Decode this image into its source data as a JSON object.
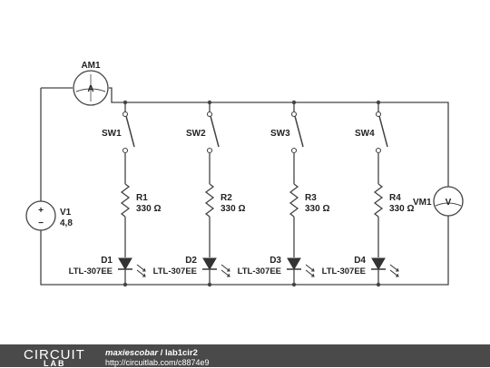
{
  "circuit": {
    "ammeter": {
      "label": "AM1",
      "symbol": "A"
    },
    "voltmeter": {
      "label": "VM1",
      "symbol": "V"
    },
    "source": {
      "label": "V1",
      "value": "4,8"
    },
    "branches": [
      {
        "switch": "SW1",
        "resistor": "R1",
        "resistance": "330 Ω",
        "diode": "D1",
        "diode_part": "LTL-307EE"
      },
      {
        "switch": "SW2",
        "resistor": "R2",
        "resistance": "330 Ω",
        "diode": "D2",
        "diode_part": "LTL-307EE"
      },
      {
        "switch": "SW3",
        "resistor": "R3",
        "resistance": "330 Ω",
        "diode": "D3",
        "diode_part": "LTL-307EE"
      },
      {
        "switch": "SW4",
        "resistor": "R4",
        "resistance": "330 Ω",
        "diode": "D4",
        "diode_part": "LTL-307EE"
      }
    ]
  },
  "footer": {
    "logo_top": "CIRCUIT",
    "logo_bottom": "LAB",
    "user": "maxiescobar",
    "separator": " / ",
    "project": "lab1cir2",
    "url": "http://circuitlab.com/c8874e9"
  },
  "colors": {
    "wire": "#444444",
    "footer_bg": "#4a4a4a",
    "text": "#222222"
  }
}
